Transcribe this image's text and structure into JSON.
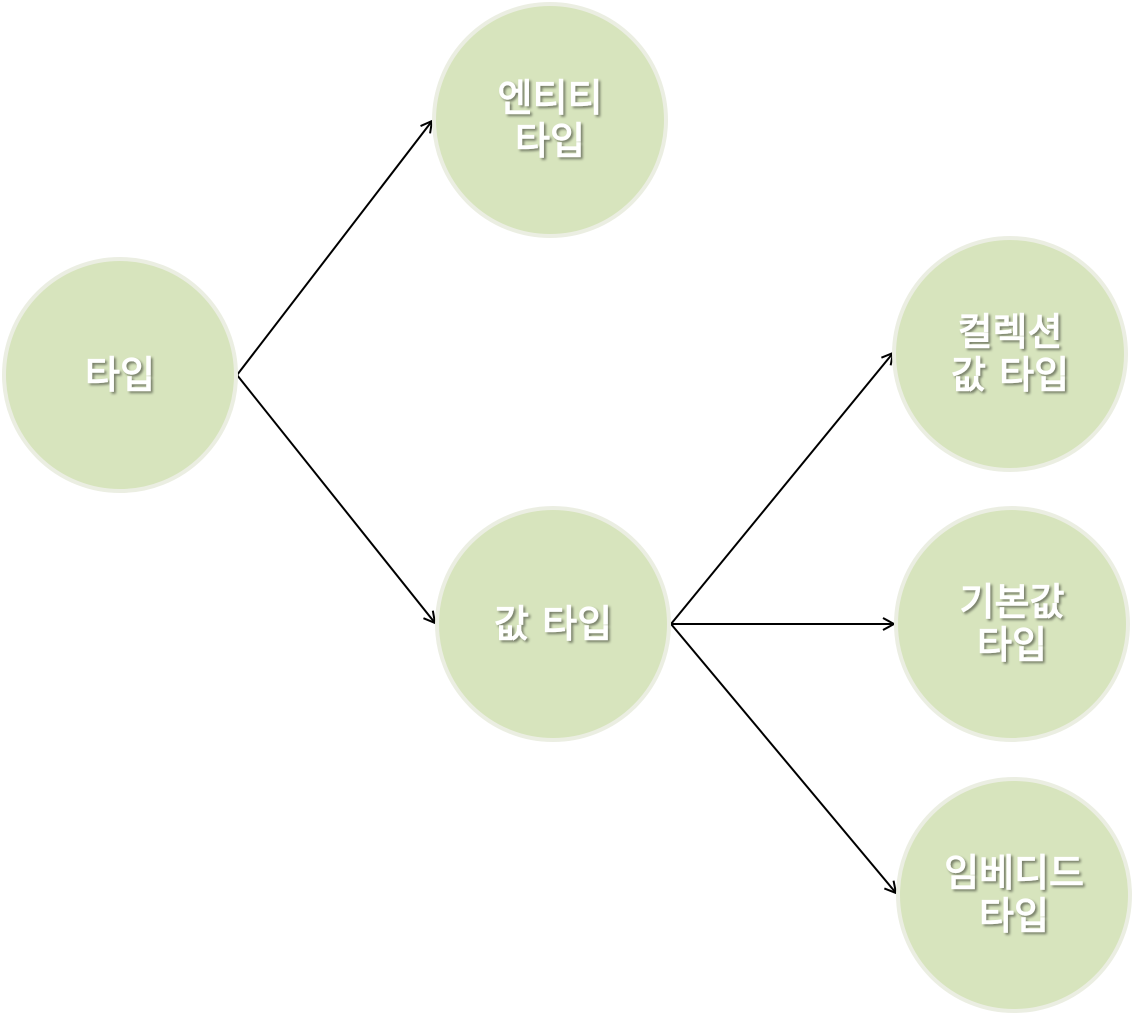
{
  "nodes": {
    "type": {
      "lines": [
        "타입"
      ]
    },
    "entity_type": {
      "lines": [
        "엔티티",
        "타입"
      ]
    },
    "value_type": {
      "lines": [
        "값 타입"
      ]
    },
    "collection_value_type": {
      "lines": [
        "컬렉션",
        "값 타입"
      ]
    },
    "basic_value_type": {
      "lines": [
        "기본값",
        "타입"
      ]
    },
    "embedded_type": {
      "lines": [
        "임베디드",
        "타입"
      ]
    }
  },
  "edges": [
    {
      "from": "type",
      "to": "entity_type"
    },
    {
      "from": "type",
      "to": "value_type"
    },
    {
      "from": "value_type",
      "to": "collection_value_type"
    },
    {
      "from": "value_type",
      "to": "basic_value_type"
    },
    {
      "from": "value_type",
      "to": "embedded_type"
    }
  ],
  "colors": {
    "node_fill": "#d7e4bd",
    "node_border": "#ebeee2",
    "label_text": "#ffffff",
    "edge": "#000000"
  }
}
